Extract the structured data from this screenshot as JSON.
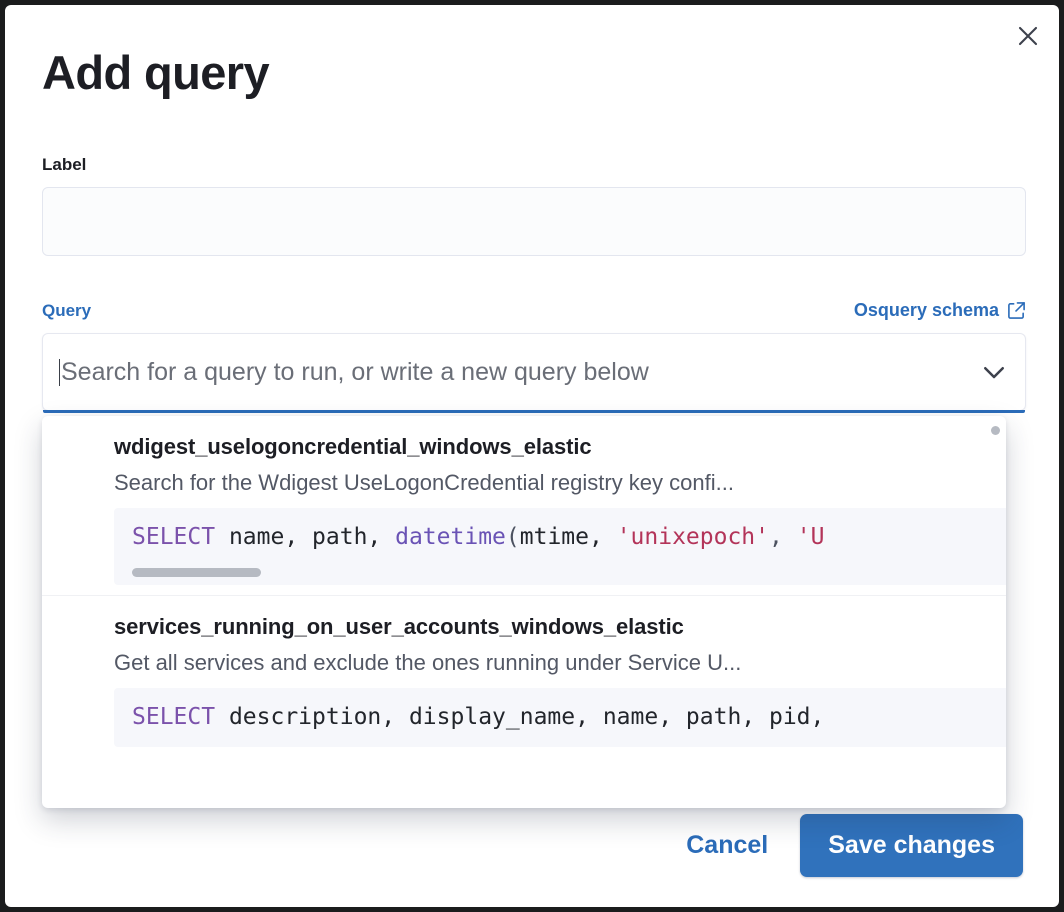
{
  "modal": {
    "title": "Add query",
    "close_icon": "close-icon"
  },
  "label_field": {
    "label": "Label",
    "value": "",
    "placeholder": ""
  },
  "query_section": {
    "label": "Query",
    "schema_link": "Osquery schema",
    "schema_link_icon": "external-link-icon",
    "combo": {
      "placeholder": "Search for a query to run, or write a new query below",
      "value": "",
      "chevron_icon": "chevron-down-icon"
    }
  },
  "dropdown": {
    "options": [
      {
        "title": "wdigest_uselogoncredential_windows_elastic",
        "description": "Search for the Wdigest UseLogonCredential registry key confi...",
        "code": {
          "keyword": "SELECT",
          "before_fn": " name, path, ",
          "fn": "datetime",
          "open_paren": "(",
          "args_before_str": "mtime, ",
          "str1": "'unixepoch'",
          "comma": ", ",
          "str2": "'U"
        }
      },
      {
        "title": "services_running_on_user_accounts_windows_elastic",
        "description": "Get all services and exclude the ones running under Service U...",
        "code": {
          "keyword": "SELECT",
          "rest": " description, display_name, name, path, pid,"
        }
      }
    ]
  },
  "footer": {
    "cancel_label": "Cancel",
    "save_label": "Save changes"
  },
  "colors": {
    "accent_blue": "#2b6cb9",
    "button_blue": "#3072bc",
    "text_dark": "#1d1e24",
    "text_muted": "#535865",
    "code_bg": "#f6f7fb",
    "keyword_purple": "#7b52ab",
    "string_red": "#b33459"
  }
}
